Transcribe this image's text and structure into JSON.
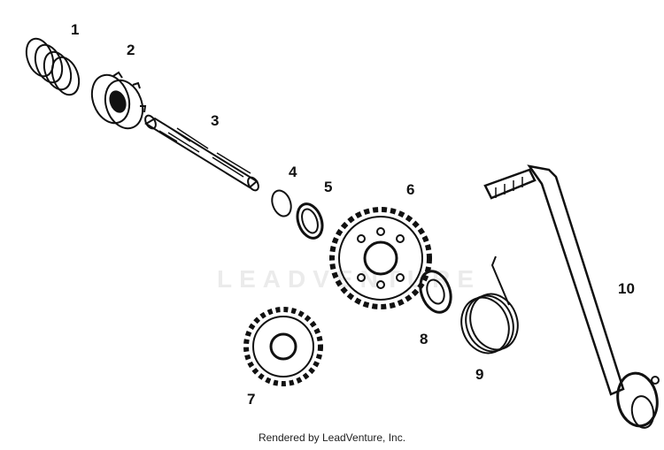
{
  "watermark": "LEADVENTURE",
  "footer": "Rendered by LeadVenture, Inc.",
  "callouts": [
    "1",
    "2",
    "3",
    "4",
    "5",
    "6",
    "7",
    "8",
    "9",
    "10"
  ],
  "colors": {
    "ink": "#111111",
    "watermark": "#ebebeb"
  }
}
